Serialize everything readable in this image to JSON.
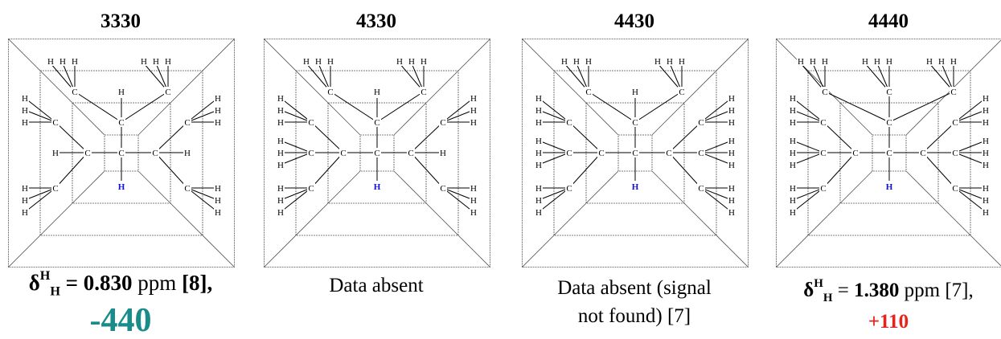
{
  "colors": {
    "teal": "#198b8a",
    "red": "#e8221d",
    "blue_h": "#1010dd",
    "frame": "#555555"
  },
  "panels": [
    {
      "id": "3330",
      "title": "3330",
      "caption": {
        "delta": "δ",
        "sup": "H",
        "sub": "H",
        "eq": " = ",
        "value": "0.830",
        "unit": " ppm ",
        "ref": "[8],",
        "relative": "-440",
        "relative_color": "teal"
      },
      "molecule": {
        "top_methyls": 2,
        "left_upper": 1,
        "left_lower": 1,
        "right_upper": 1,
        "right_lower": 1,
        "left_center": "H",
        "right_center": "H"
      }
    },
    {
      "id": "4330",
      "title": "4330",
      "caption_text": "Data absent",
      "molecule": {
        "top_methyls": 2,
        "left_upper": 1,
        "left_lower": 1,
        "right_upper": 1,
        "right_lower": 1,
        "left_center": "C",
        "right_center": "H"
      }
    },
    {
      "id": "4430",
      "title": "4430",
      "caption_text": "Data absent (signal not found) [7]",
      "molecule": {
        "top_methyls": 2,
        "left_upper": 1,
        "left_lower": 1,
        "right_upper": 1,
        "right_lower": 1,
        "left_center": "C",
        "right_center": "C"
      }
    },
    {
      "id": "4440",
      "title": "4440",
      "caption": {
        "delta": "δ",
        "sup": "H",
        "sub": "H",
        "eq": " = ",
        "value": "1.380",
        "unit": " ppm ",
        "ref": "[7],",
        "relative": "+110",
        "relative_color": "red"
      },
      "molecule": {
        "top_methyls": 3,
        "left_upper": 1,
        "left_lower": 1,
        "right_upper": 1,
        "right_lower": 1,
        "left_center": "C",
        "right_center": "C"
      }
    }
  ],
  "atoms": {
    "C": "C",
    "H": "H"
  }
}
